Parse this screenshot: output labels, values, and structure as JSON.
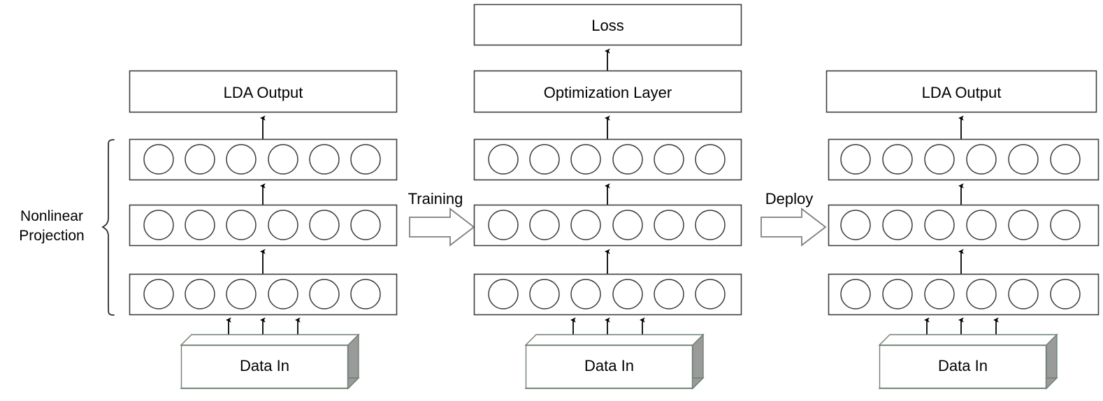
{
  "figure": {
    "title_visible": false,
    "background_color": "#ffffff",
    "stroke_color": "#3f3f3f",
    "neuron_stroke_color": "#3a3a3a",
    "arrow_color": "#000000",
    "block_arrow_stroke": "#7f7f7f",
    "cube_face_color": "#ffffff",
    "cube_shade_color": "#9a9a9a",
    "cube_edge_color": "#6f7f72"
  },
  "annotations": {
    "nonlinear_projection": "Nonlinear\nProjection",
    "nonlinear_projection_line1": "Nonlinear",
    "nonlinear_projection_line2": "Projection"
  },
  "transitions": [
    {
      "id": "training",
      "label": "Training",
      "direction": "right"
    },
    {
      "id": "deploy",
      "label": "Deploy",
      "direction": "right"
    }
  ],
  "columns": [
    {
      "id": "left",
      "name": "untrained-network",
      "top_box": {
        "label": "LDA Output"
      },
      "second_box": null,
      "hidden_layers": [
        {
          "name": "layer-3",
          "neuron_count": 6
        },
        {
          "name": "layer-2",
          "neuron_count": 6
        },
        {
          "name": "layer-1",
          "neuron_count": 6
        }
      ],
      "input_block": {
        "label": "Data In",
        "type": "3d-cube"
      },
      "input_arrow_count": 3,
      "brace": true
    },
    {
      "id": "middle",
      "name": "training-network",
      "top_box": {
        "label": "Loss"
      },
      "second_box": {
        "label": "Optimization Layer"
      },
      "hidden_layers": [
        {
          "name": "layer-3",
          "neuron_count": 6
        },
        {
          "name": "layer-2",
          "neuron_count": 6
        },
        {
          "name": "layer-1",
          "neuron_count": 6
        }
      ],
      "input_block": {
        "label": "Data In",
        "type": "3d-cube"
      },
      "input_arrow_count": 3,
      "brace": false
    },
    {
      "id": "right",
      "name": "deployed-network",
      "top_box": {
        "label": "LDA Output"
      },
      "second_box": null,
      "hidden_layers": [
        {
          "name": "layer-3",
          "neuron_count": 6
        },
        {
          "name": "layer-2",
          "neuron_count": 6
        },
        {
          "name": "layer-1",
          "neuron_count": 6
        }
      ],
      "input_block": {
        "label": "Data In",
        "type": "3d-cube"
      },
      "input_arrow_count": 3,
      "brace": false
    }
  ]
}
